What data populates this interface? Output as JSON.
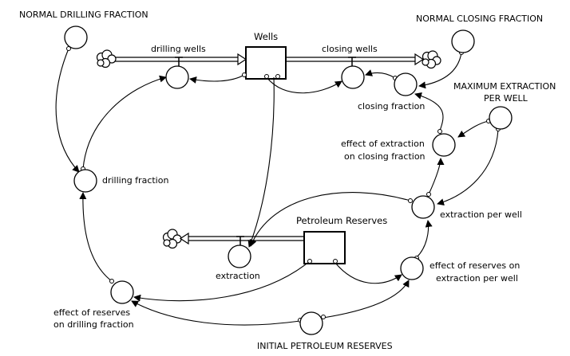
{
  "stocks": {
    "wells": "Wells",
    "petroleum_reserves": "Petroleum Reserves"
  },
  "flows": {
    "drilling_wells": "drilling wells",
    "closing_wells": "closing wells",
    "extraction": "extraction"
  },
  "constants": {
    "normal_drilling_fraction": "NORMAL DRILLING FRACTION",
    "normal_closing_fraction": "NORMAL CLOSING FRACTION",
    "max_extraction_line1": "MAXIMUM EXTRACTION",
    "max_extraction_line2": "PER WELL",
    "initial_petroleum_reserves": "INITIAL PETROLEUM RESERVES"
  },
  "auxiliaries": {
    "drilling_fraction": "drilling fraction",
    "closing_fraction": "closing fraction",
    "effect_extraction_closing_line1": "effect of extraction",
    "effect_extraction_closing_line2": "on closing fraction",
    "extraction_per_well": "extraction per well",
    "effect_reserves_extraction_line1": "effect of reserves on",
    "effect_reserves_extraction_line2": "extraction per well",
    "effect_reserves_drilling_line1": "effect of reserves",
    "effect_reserves_drilling_line2": "on drilling fraction"
  }
}
